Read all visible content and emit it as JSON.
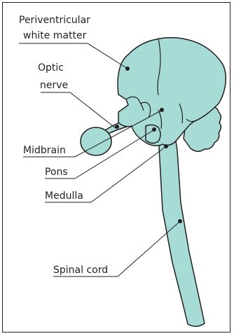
{
  "labels": {
    "periventricular_line1": "Periventricular",
    "periventricular_line2": "white matter",
    "optic_line1": "Optic",
    "optic_line2": "nerve",
    "midbrain": "Midbrain",
    "pons": "Pons",
    "medulla": "Medulla",
    "spinal_cord": "Spinal cord"
  },
  "colors": {
    "tissue_fill": "#a7dcd6",
    "outline": "#231f20"
  }
}
